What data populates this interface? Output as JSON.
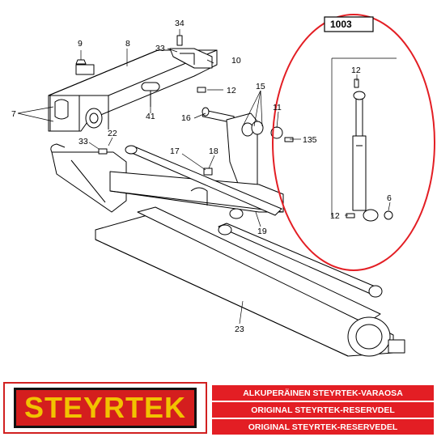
{
  "diagram": {
    "kit_number": "1003",
    "labels": {
      "p34": "34",
      "p9": "9",
      "p8": "8",
      "p33a": "33",
      "p10": "10",
      "p12a": "12",
      "p7": "7",
      "p41": "41",
      "p15": "15",
      "p16": "16",
      "p11": "11",
      "p135": "135",
      "p22": "22",
      "p33b": "33",
      "p17": "17",
      "p18": "18",
      "p19": "19",
      "p23": "23",
      "p12b": "12",
      "p12c": "12",
      "p6": "6"
    }
  },
  "footer": {
    "brand_logo": "STEYRTEK",
    "lines": [
      "ALKUPERÄINEN STEYRTEK-VARAOSA",
      "ORIGINAL STEYRTEK-RESERVDEL",
      "ORIGINAL STEYRTEK-RESERVEDEL"
    ]
  },
  "colors": {
    "highlight_circle": "#e31e24",
    "banner": "#e31e24",
    "logo_fill": "#f2c200"
  }
}
